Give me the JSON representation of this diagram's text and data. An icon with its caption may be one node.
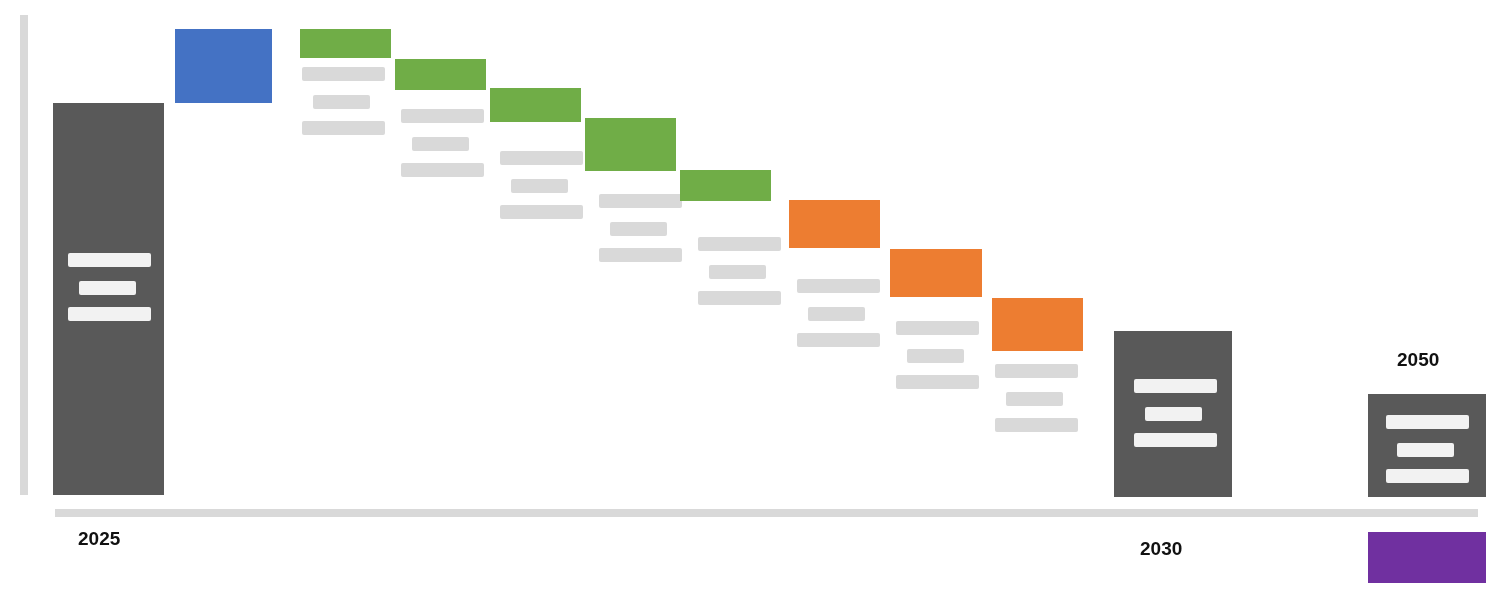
{
  "diagram": {
    "labels": [
      "2025",
      "2030",
      "2050"
    ]
  }
}
